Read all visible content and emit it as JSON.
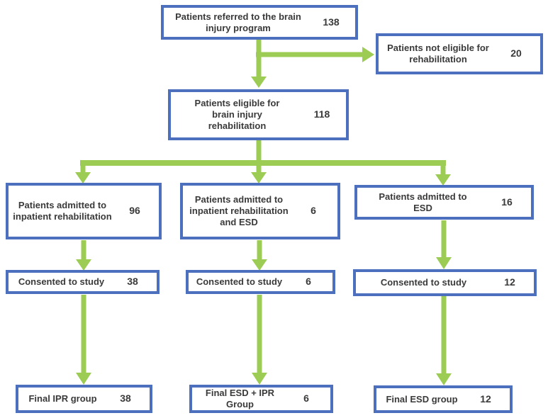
{
  "colors": {
    "box_border": "#4c70bd",
    "arrow": "#9dcc55",
    "text": "#3a3a3a",
    "background": "#ffffff"
  },
  "flowchart": {
    "nodes": [
      {
        "id": "referred",
        "label": "Patients referred to the brain injury program",
        "count": "138"
      },
      {
        "id": "not-eligible",
        "label": "Patients not eligible for rehabilitation",
        "count": "20"
      },
      {
        "id": "eligible",
        "label": "Patients eligible for brain injury rehabilitation",
        "count": "118"
      },
      {
        "id": "admitted-ipr",
        "label": "Patients admitted to inpatient rehabilitation",
        "count": "96"
      },
      {
        "id": "admitted-ipr-esd",
        "label": "Patients admitted to inpatient rehabilitation and ESD",
        "count": "6"
      },
      {
        "id": "admitted-esd",
        "label": "Patients admitted to ESD",
        "count": "16"
      },
      {
        "id": "consented-ipr",
        "label": "Consented to study",
        "count": "38"
      },
      {
        "id": "consented-ipr-esd",
        "label": "Consented to study",
        "count": "6"
      },
      {
        "id": "consented-esd",
        "label": "Consented to study",
        "count": "12"
      },
      {
        "id": "final-ipr",
        "label": "Final IPR group",
        "count": "38"
      },
      {
        "id": "final-esd-ipr",
        "label": "Final ESD + IPR Group",
        "count": "6"
      },
      {
        "id": "final-esd",
        "label": "Final ESD group",
        "count": "12"
      }
    ],
    "edges": [
      {
        "from": "referred",
        "to": "eligible"
      },
      {
        "from": "referred",
        "to": "not-eligible"
      },
      {
        "from": "eligible",
        "to": "admitted-ipr"
      },
      {
        "from": "eligible",
        "to": "admitted-ipr-esd"
      },
      {
        "from": "eligible",
        "to": "admitted-esd"
      },
      {
        "from": "admitted-ipr",
        "to": "consented-ipr"
      },
      {
        "from": "admitted-ipr-esd",
        "to": "consented-ipr-esd"
      },
      {
        "from": "admitted-esd",
        "to": "consented-esd"
      },
      {
        "from": "consented-ipr",
        "to": "final-ipr"
      },
      {
        "from": "consented-ipr-esd",
        "to": "final-esd-ipr"
      },
      {
        "from": "consented-esd",
        "to": "final-esd"
      }
    ]
  }
}
